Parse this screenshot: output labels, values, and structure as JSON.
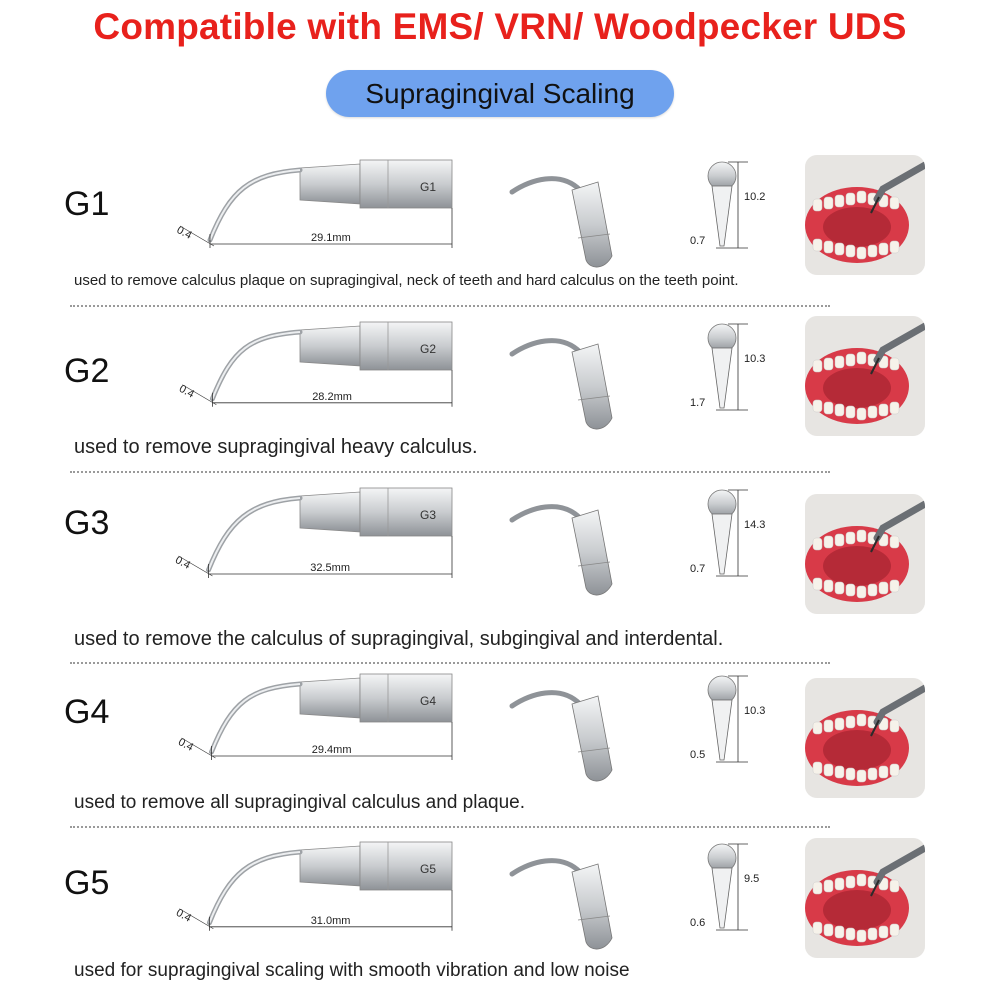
{
  "header": {
    "title": "Compatible with EMS/ VRN/ Woodpecker UDS",
    "subtitle": "Supragingival Scaling"
  },
  "colors": {
    "title": "#e8211c",
    "pill": "#6fa2ee",
    "gum": "#d83a48",
    "metal": "#c9cccf"
  },
  "tips": [
    {
      "model": "G1",
      "tip_label": "G1",
      "length": "29.1mm",
      "tip_diameter": "0.4",
      "height": "10.2",
      "base_width": "0.7",
      "description": "used to remove calculus plaque on supragingival, neck of teeth and hard calculus on the teeth point."
    },
    {
      "model": "G2",
      "tip_label": "G2",
      "length": "28.2mm",
      "tip_diameter": "0.4",
      "height": "10.3",
      "base_width": "1.7",
      "description": "used to remove supragingival heavy calculus."
    },
    {
      "model": "G3",
      "tip_label": "G3",
      "length": "32.5mm",
      "tip_diameter": "0.4",
      "height": "14.3",
      "base_width": "0.7",
      "description": "used to remove the calculus of supragingival, subgingival and interdental."
    },
    {
      "model": "G4",
      "tip_label": "G4",
      "length": "29.4mm",
      "tip_diameter": "0.4",
      "height": "10.3",
      "base_width": "0.5",
      "description": "used to remove all supragingival calculus and plaque."
    },
    {
      "model": "G5",
      "tip_label": "G5",
      "length": "31.0mm",
      "tip_diameter": "0.4",
      "height": "9.5",
      "base_width": "0.6",
      "description": "used for supragingival scaling with smooth vibration and low noise"
    }
  ]
}
